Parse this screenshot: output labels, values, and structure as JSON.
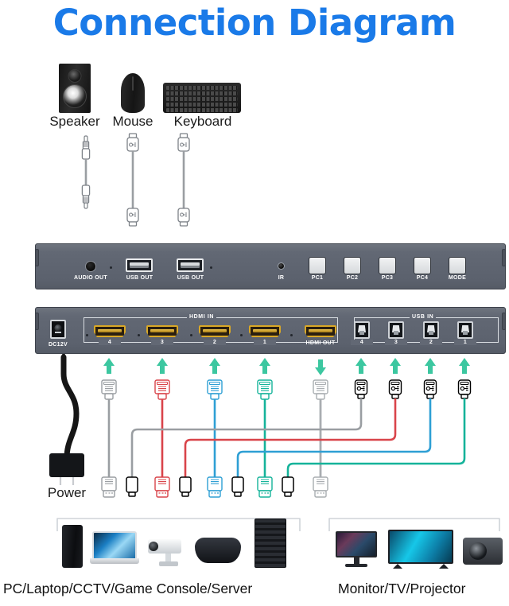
{
  "title": "Connection Diagram",
  "theme": {
    "title_color": "#1a7ae8",
    "chassis_color": "#626874",
    "arrow_color": "#3cc7a0",
    "cable_colors": {
      "gray": "#8e9296",
      "red": "#d9444a",
      "blue": "#2e9fd4",
      "teal": "#15b39a",
      "white": "#b9bdc1"
    }
  },
  "top_devices": [
    {
      "label": "Speaker",
      "icon": "speaker-icon",
      "cable": "audio-3.5mm-cable",
      "connects_to": "AUDIO OUT"
    },
    {
      "label": "Mouse",
      "icon": "mouse-icon",
      "cable": "usb-a-cable",
      "connects_to": "USB OUT"
    },
    {
      "label": "Keyboard",
      "icon": "keyboard-icon",
      "cable": "usb-a-cable",
      "connects_to": "USB OUT"
    }
  ],
  "front_panel": {
    "ports": [
      {
        "id": "audio-out",
        "label": "AUDIO OUT",
        "type": "3.5mm-jack"
      },
      {
        "id": "usb-out-1",
        "label": "USB OUT",
        "type": "usb-a"
      },
      {
        "id": "usb-out-2",
        "label": "USB OUT",
        "type": "usb-a"
      },
      {
        "id": "ir",
        "label": "IR",
        "type": "ir-sensor"
      }
    ],
    "buttons": [
      {
        "id": "pc1",
        "label": "PC1"
      },
      {
        "id": "pc2",
        "label": "PC2"
      },
      {
        "id": "pc3",
        "label": "PC3"
      },
      {
        "id": "pc4",
        "label": "PC4"
      },
      {
        "id": "mode",
        "label": "MODE"
      }
    ]
  },
  "rear_panel": {
    "power": {
      "label": "DC12V",
      "type": "dc-barrel-jack"
    },
    "hdmi_in_group_label": "HDMI IN",
    "hdmi_in_ports": [
      {
        "label": "4"
      },
      {
        "label": "3"
      },
      {
        "label": "2"
      },
      {
        "label": "1"
      }
    ],
    "hdmi_out": {
      "label": "HDMI OUT"
    },
    "usb_in_group_label": "USB IN",
    "usb_in_ports": [
      {
        "label": "4"
      },
      {
        "label": "3"
      },
      {
        "label": "2"
      },
      {
        "label": "1"
      }
    ]
  },
  "power_label": "Power",
  "cables": [
    {
      "id": "hdmi-in-4",
      "connector": "hdmi",
      "color": "gray",
      "arrow": "up",
      "goes_to": "source-group"
    },
    {
      "id": "hdmi-in-3",
      "connector": "hdmi",
      "color": "red",
      "arrow": "up",
      "goes_to": "source-group"
    },
    {
      "id": "hdmi-in-2",
      "connector": "hdmi",
      "color": "blue",
      "arrow": "up",
      "goes_to": "source-group"
    },
    {
      "id": "hdmi-in-1",
      "connector": "hdmi",
      "color": "teal",
      "arrow": "up",
      "goes_to": "source-group"
    },
    {
      "id": "hdmi-out",
      "connector": "hdmi",
      "color": "gray",
      "arrow": "down",
      "goes_to": "display-group"
    },
    {
      "id": "usb-in-4",
      "connector": "usb",
      "color": "gray",
      "arrow": "up",
      "goes_to": "source-group"
    },
    {
      "id": "usb-in-3",
      "connector": "usb",
      "color": "red",
      "arrow": "up",
      "goes_to": "source-group"
    },
    {
      "id": "usb-in-2",
      "connector": "usb",
      "color": "blue",
      "arrow": "up",
      "goes_to": "source-group"
    },
    {
      "id": "usb-in-1",
      "connector": "usb",
      "color": "teal",
      "arrow": "up",
      "goes_to": "source-group"
    }
  ],
  "bottom_groups": [
    {
      "label": "PC/Laptop/CCTV/Game Console/Server",
      "devices": [
        "pc-tower-icon",
        "laptop-icon",
        "cctv-camera-icon",
        "game-controller-icon",
        "server-rack-icon"
      ]
    },
    {
      "label": "Monitor/TV/Projector",
      "devices": [
        "monitor-icon",
        "tv-icon",
        "projector-icon"
      ]
    }
  ]
}
